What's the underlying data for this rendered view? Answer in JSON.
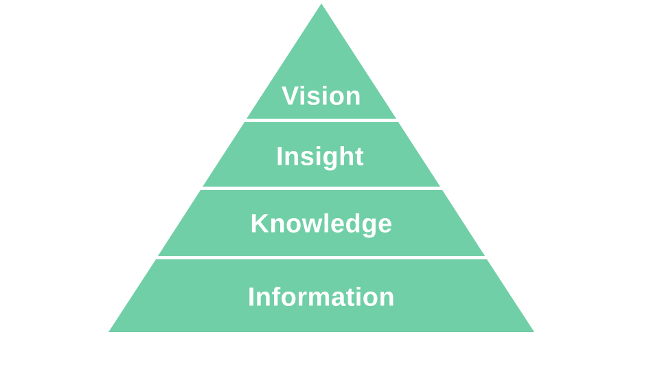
{
  "diagram": {
    "type": "pyramid",
    "title": "",
    "direction": "top-to-bottom",
    "levels": [
      {
        "rank": 1,
        "label": "Vision"
      },
      {
        "rank": 2,
        "label": "Insight"
      },
      {
        "rank": 3,
        "label": "Knowledge"
      },
      {
        "rank": 4,
        "label": "Information"
      }
    ],
    "colors": {
      "fill": "#70CFA6",
      "label_text": "#FFFFFF",
      "divider": "#FFFFFF",
      "background": "#FFFFFF"
    }
  }
}
